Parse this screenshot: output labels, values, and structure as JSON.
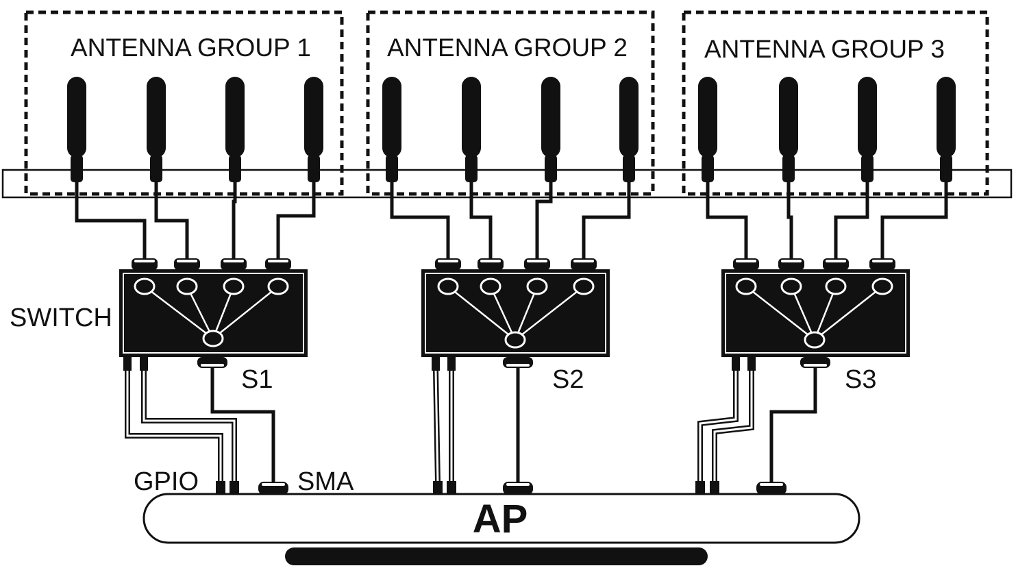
{
  "colors": {
    "ink": "#111111",
    "background": "#ffffff"
  },
  "antenna_groups": [
    {
      "label": "ANTENNA GROUP 1",
      "antenna_count": 4
    },
    {
      "label": "ANTENNA GROUP 2",
      "antenna_count": 4
    },
    {
      "label": "ANTENNA GROUP 3",
      "antenna_count": 4
    }
  ],
  "labels": {
    "switch": "SWITCH",
    "gpio": "GPIO",
    "sma": "SMA",
    "ap": "AP"
  },
  "switches": [
    {
      "label": "S1"
    },
    {
      "label": "S2"
    },
    {
      "label": "S3"
    }
  ]
}
